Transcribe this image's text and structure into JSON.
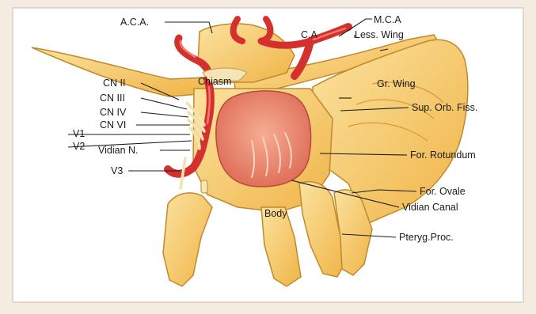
{
  "diagram": {
    "labels": {
      "aca": "A.C.A.",
      "mca": "M.C.A",
      "ca": "C.A",
      "less_wing": "Less. Wing",
      "chiasm": "Chiasm",
      "cn2": "CN II",
      "cn3": "CN III",
      "cn4": "CN IV",
      "cn6": "CN VI",
      "v1": "V1",
      "v2": "V2",
      "vidian_n": "Vidian N.",
      "v3": "V3",
      "gr_wing": "Gr. Wing",
      "sup_orb_fiss": "Sup. Orb. Fiss.",
      "for_rotundum": "For. Rotundum",
      "for_ovale": "For. Ovale",
      "vidian_canal": "Vidian Canal",
      "body": "Body",
      "pteryg_proc": "Pteryg.Proc."
    },
    "colors": {
      "background": "#f4ece1",
      "panel": "#ffffff",
      "bone": "#f5c25a",
      "bone_light": "#f9dc8f",
      "bone_edge": "#b97d22",
      "pituitary": "#e87d64",
      "pituitary_light": "#f3a48c",
      "artery": "#d4312e",
      "artery_dark": "#a21d1d",
      "nerve": "#f3e3b0"
    }
  }
}
